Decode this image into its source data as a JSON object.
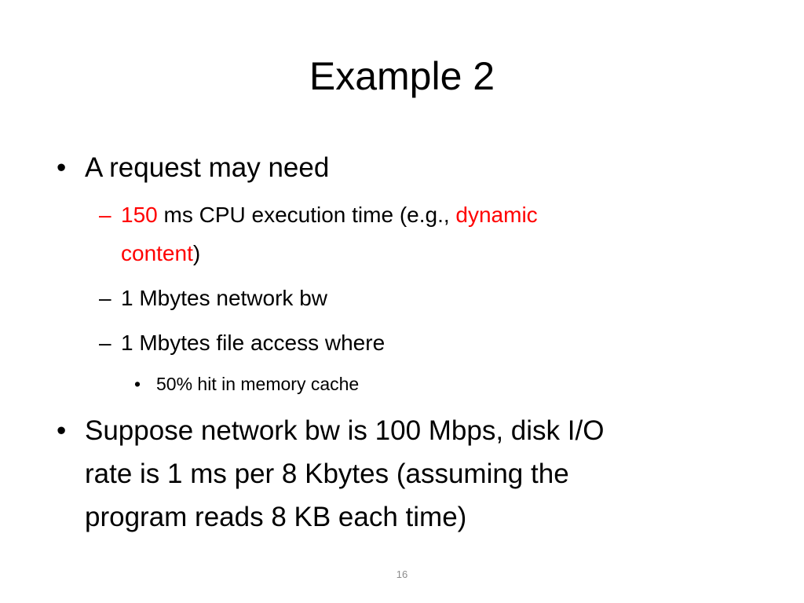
{
  "slide": {
    "title": "Example 2",
    "page_number": "16"
  },
  "bullets": {
    "marker_l1": "•",
    "marker_l2": "–",
    "marker_l3": "•",
    "b1": "A request may need",
    "b1_1": {
      "part1": "150",
      "part2": " ms CPU execution time (e.g., ",
      "part3": "dynamic",
      "part4": "content",
      "part5": ")"
    },
    "b1_2": "1 Mbytes network bw",
    "b1_3": "1 Mbytes file access where",
    "b1_3_1": "50% hit in memory cache",
    "b2": {
      "line1": "Suppose network bw is 100 Mbps, disk I/O",
      "line2": "rate is 1 ms per 8 Kbytes (assuming the",
      "line3": "program reads 8 KB each time)"
    }
  },
  "colors": {
    "accent_red": "#ff0000",
    "text": "#000000",
    "page_number": "#8c8c8c"
  }
}
